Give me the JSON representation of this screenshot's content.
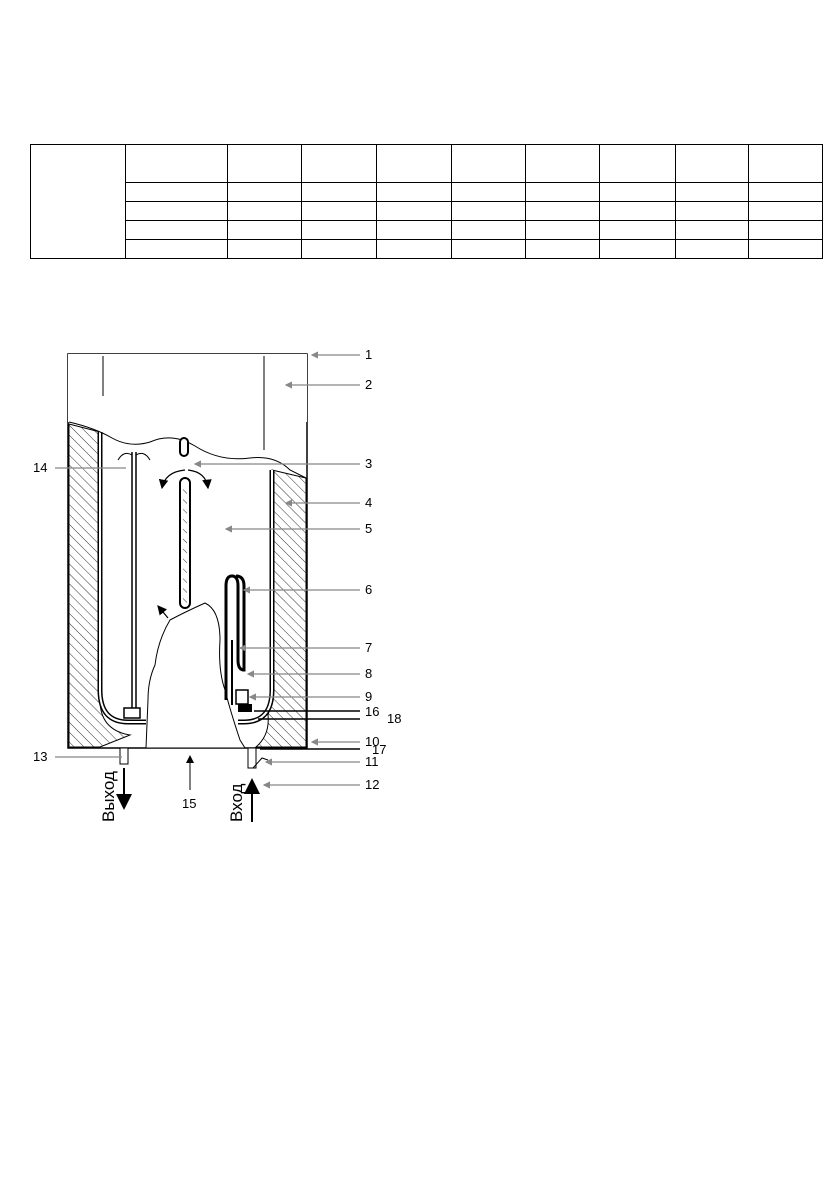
{
  "spec_table": {
    "rows": 5,
    "columns": [
      104,
      100,
      74,
      76,
      74,
      74,
      74,
      74,
      74,
      74
    ]
  },
  "diagram": {
    "callouts": [
      {
        "id": "1",
        "label": "1"
      },
      {
        "id": "2",
        "label": "2"
      },
      {
        "id": "3",
        "label": "3"
      },
      {
        "id": "4",
        "label": "4"
      },
      {
        "id": "5",
        "label": "5"
      },
      {
        "id": "6",
        "label": "6"
      },
      {
        "id": "7",
        "label": "7"
      },
      {
        "id": "8",
        "label": "8"
      },
      {
        "id": "9",
        "label": "9"
      },
      {
        "id": "16",
        "label": "16"
      },
      {
        "id": "18",
        "label": "18"
      },
      {
        "id": "10",
        "label": "10"
      },
      {
        "id": "17",
        "label": "17"
      },
      {
        "id": "11",
        "label": "11"
      },
      {
        "id": "12",
        "label": "12"
      },
      {
        "id": "13",
        "label": "13"
      },
      {
        "id": "14",
        "label": "14"
      },
      {
        "id": "15",
        "label": "15"
      }
    ],
    "outlet_label": "Выход",
    "inlet_label": "Вход"
  }
}
